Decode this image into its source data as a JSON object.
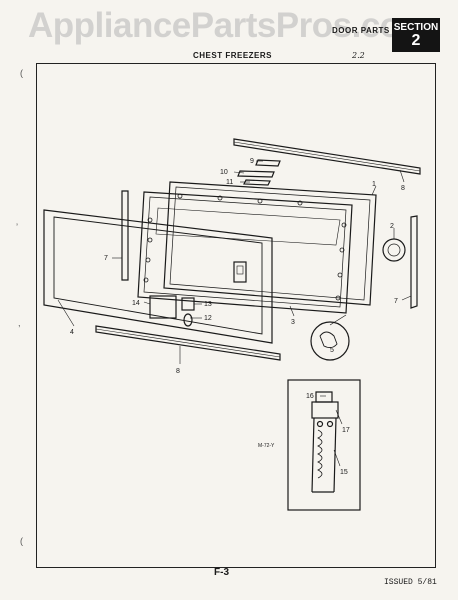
{
  "watermark": "AppliancePartsPros.com",
  "header": {
    "door_parts": "DOOR PARTS",
    "section_label": "SECTION",
    "section_number": "2",
    "title": "CHEST FREEZERS",
    "handwritten": "2.2"
  },
  "callouts": {
    "c1": "1",
    "c2": "2",
    "c3": "3",
    "c4": "4",
    "c5": "5",
    "c7a": "7",
    "c7b": "7",
    "c8a": "8",
    "c8b": "8",
    "c9": "9",
    "c10": "10",
    "c11": "11",
    "c12": "12",
    "c13": "13",
    "c14": "14",
    "c15": "15",
    "c16": "16",
    "c17": "17"
  },
  "inset_note": "M-72-Y",
  "footer": {
    "page_code": "F-3",
    "issued": "ISSUED 5/81"
  }
}
